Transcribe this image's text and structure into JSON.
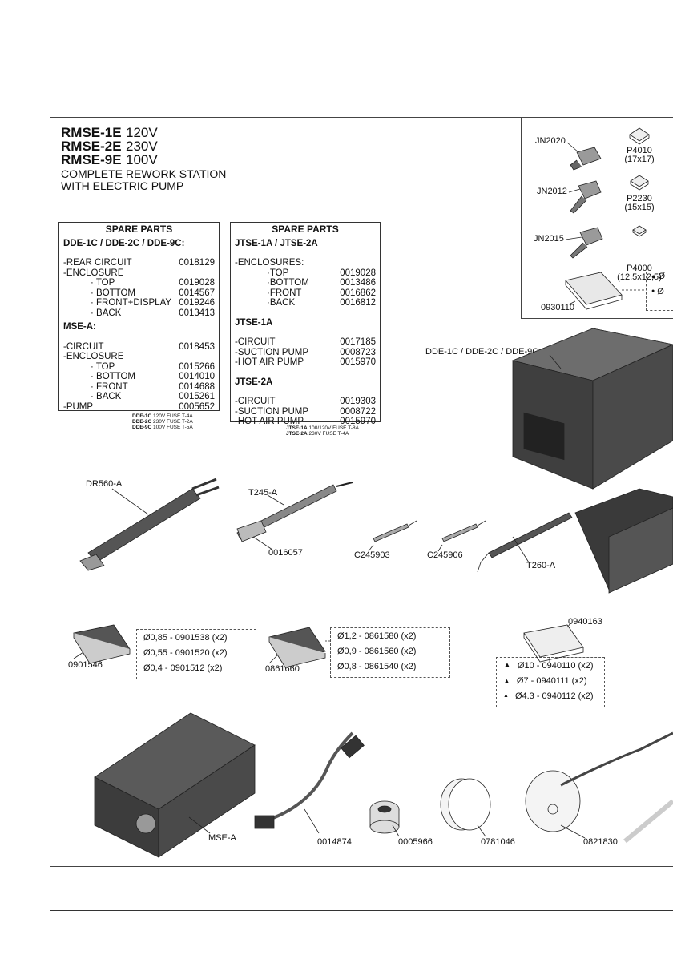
{
  "header": {
    "models": [
      {
        "code": "RMSE-1E",
        "voltage": "120V"
      },
      {
        "code": "RMSE-2E",
        "voltage": "230V"
      },
      {
        "code": "RMSE-9E",
        "voltage": "100V"
      }
    ],
    "subtitle_line1": "COMPLETE REWORK STATION",
    "subtitle_line2": "WITH ELECTRIC PUMP"
  },
  "spare_left": {
    "title": "SPARE PARTS",
    "section1": "DDE-1C / DDE-2C / DDE-9C:",
    "rows1": [
      {
        "label": "-REAR CIRCUIT",
        "code": "0018129"
      },
      {
        "label": "-ENCLOSURE",
        "code": ""
      },
      {
        "label": "· TOP",
        "code": "0019028"
      },
      {
        "label": "· BOTTOM",
        "code": "0014567"
      },
      {
        "label": "· FRONT+DISPLAY",
        "code": "0019246"
      },
      {
        "label": "· BACK",
        "code": "0013413"
      }
    ],
    "section2": "MSE-A:",
    "rows2": [
      {
        "label": "-CIRCUIT",
        "code": "0018453"
      },
      {
        "label": "-ENCLOSURE",
        "code": ""
      },
      {
        "label": "· TOP",
        "code": "0015266"
      },
      {
        "label": "· BOTTOM",
        "code": "0014010"
      },
      {
        "label": "· FRONT",
        "code": "0014688"
      },
      {
        "label": "· BACK",
        "code": "0015261"
      },
      {
        "label": "-PUMP",
        "code": "0005652"
      }
    ],
    "fuses": [
      {
        "model": "DDE-1C",
        "text": "120V  FUSE  T-4A"
      },
      {
        "model": "DDE-2C",
        "text": "230V  FUSE  T-2A"
      },
      {
        "model": "DDE-9C",
        "text": "100V  FUSE  T-5A"
      }
    ]
  },
  "spare_right": {
    "title": "SPARE PARTS",
    "section1": "JTSE-1A / JTSE-2A",
    "enclosures": "-ENCLOSURES:",
    "rows1": [
      {
        "label": "·TOP",
        "code": "0019028"
      },
      {
        "label": "·BOTTOM",
        "code": "0013486"
      },
      {
        "label": "·FRONT",
        "code": "0016862"
      },
      {
        "label": "·BACK",
        "code": "0016812"
      }
    ],
    "section2": "JTSE-1A",
    "rows2": [
      {
        "label": "-CIRCUIT",
        "code": "0017185"
      },
      {
        "label": "-SUCTION PUMP",
        "code": "0008723"
      },
      {
        "label": "-HOT AIR PUMP",
        "code": "0015970"
      }
    ],
    "section3": "JTSE-2A",
    "rows3": [
      {
        "label": "-CIRCUIT",
        "code": "0019303"
      },
      {
        "label": "-SUCTION PUMP",
        "code": "0008722"
      },
      {
        "label": "-HOT AIR PUMP",
        "code": "0015970"
      }
    ],
    "fuses": [
      {
        "model": "JTSE-1A",
        "text": "100/120V FUSE T-8A"
      },
      {
        "model": "JTSE-2A",
        "text": "230V       FUSE T-4A"
      }
    ]
  },
  "nozzles": [
    {
      "code": "JN2020"
    },
    {
      "code": "JN2012"
    },
    {
      "code": "JN2015"
    }
  ],
  "protectors": [
    {
      "code": "P4010",
      "size": "(17x17)"
    },
    {
      "code": "P2230",
      "size": "(15x15)"
    },
    {
      "code": "P4000",
      "size": "(12,5x12,5)"
    }
  ],
  "parts": {
    "kit_top": "0930110",
    "partial_sym1": "Ø",
    "partial_sym2": "Ø",
    "station": "DDE-1C / DDE-2C / DDE-9C",
    "desolder": "DR560-A",
    "handpiece": "T245-A",
    "grip": "0016057",
    "cart1": "C245903",
    "cart2": "C245906",
    "t260": "T260-A",
    "kit1": "0901546",
    "kit1_items": [
      "Ø0,85 - 0901538 (x2)",
      "Ø0,55 - 0901520 (x2)",
      "Ø0,4   - 0901512 (x2)"
    ],
    "kit2": "0861660",
    "kit2_items": [
      "Ø1,2 - 0861580 (x2)",
      "Ø0,9 - 0861560 (x2)",
      "Ø0,8 - 0861540 (x2)"
    ],
    "kit3": "0940163",
    "kit3_items": [
      "Ø10 - 0940110 (x2)",
      "Ø7   - 0940111 (x2)",
      "Ø4.3 - 0940112 (x2)"
    ],
    "mse": "MSE-A",
    "cable": "0014874",
    "filter": "0005966",
    "coil": "0781046",
    "sensor": "0821830"
  }
}
